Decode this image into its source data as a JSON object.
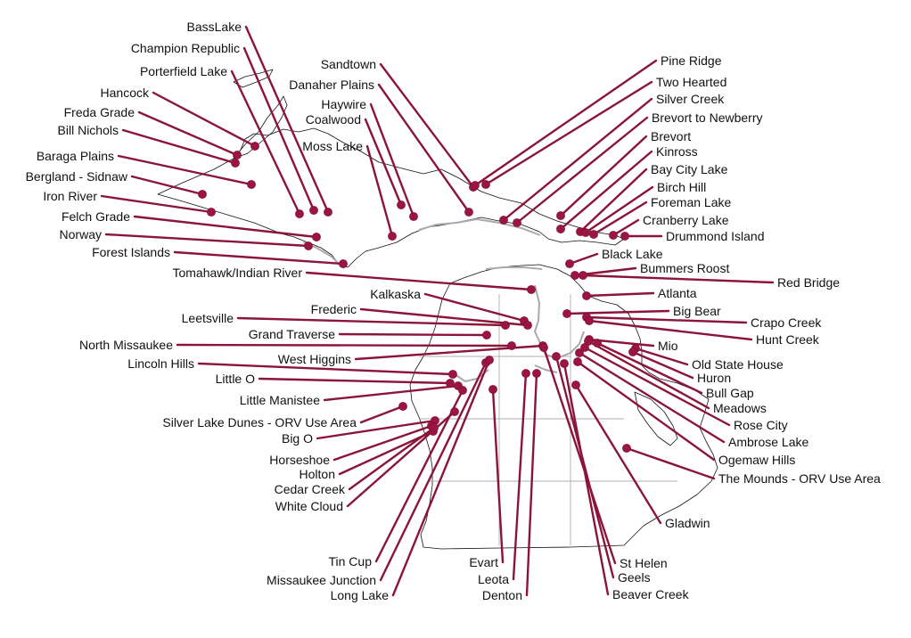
{
  "colors": {
    "leader": "#8b1538",
    "dot": "#9b1444",
    "coast": "#111111",
    "water": "#aaaaaa"
  },
  "trails": [
    "BassLake",
    "Champion Republic",
    "Porterfield Lake",
    "Hancock",
    "Freda Grade",
    "Bill Nichols",
    "Baraga Plains",
    "Bergland - Sidnaw",
    "Iron River",
    "Felch Grade",
    "Norway",
    "Forest Islands",
    "Tomahawk/Indian River",
    "Kalkaska",
    "Frederic",
    "Leetsville",
    "Grand Traverse",
    "North Missaukee",
    "West Higgins",
    "Lincoln Hills",
    "Little O",
    "Little Manistee",
    "Silver Lake Dunes - ORV Use Area",
    "Big O",
    "Horseshoe",
    "Holton",
    "Cedar Creek",
    "White Cloud",
    "Tin Cup",
    "Missaukee Junction",
    "Long Lake",
    "Evart",
    "Leota",
    "Denton",
    "Sandtown",
    "Danaher Plains",
    "Haywire",
    "Coalwood",
    "Moss Lake",
    "Pine Ridge",
    "Two Hearted",
    "Silver Creek",
    "Brevort to Newberry",
    "Brevort",
    "Kinross",
    "Bay City Lake",
    "Birch Hill",
    "Foreman Lake",
    "Cranberry Lake",
    "Drummond Island",
    "Black Lake",
    "Bummers Roost",
    "Red Bridge",
    "Atlanta",
    "Big Bear",
    "Crapo Creek",
    "Hunt Creek",
    "Mio",
    "Old State House",
    "Huron",
    "Bull Gap",
    "Meadows",
    "Rose City",
    "Ambrose Lake",
    "Ogemaw Hills",
    "The Mounds - ORV Use Area",
    "Gladwin",
    "St Helen",
    "Geels",
    "Beaver Creek"
  ]
}
